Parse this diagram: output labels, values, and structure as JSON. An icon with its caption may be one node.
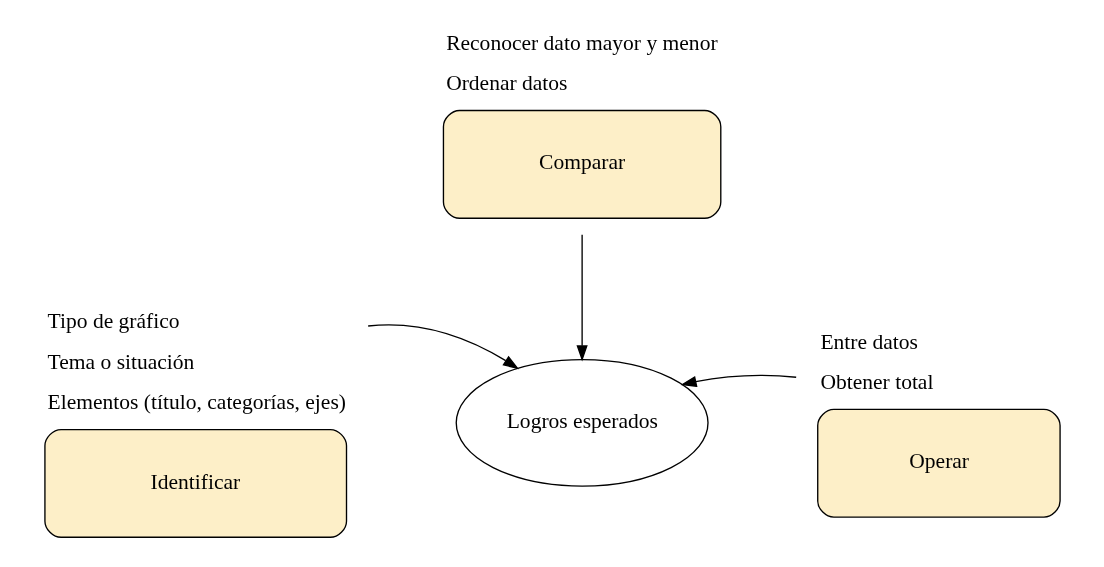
{
  "diagram": {
    "nodes": [
      {
        "text": [
          "Comparar"
        ],
        "beside": [
          "Reconocer dato mayor y menor",
          "Ordenar datos"
        ]
      },
      {
        "text": [
          "Logros esperados"
        ]
      },
      {
        "text": [
          "Identificar"
        ],
        "beside": [
          "Tipo de gráfico",
          "Tema o situación",
          "Elementos (título, categorías, ejes)"
        ]
      },
      {
        "text": [
          "Operar"
        ],
        "beside": [
          "Entre datos",
          "Obtener total"
        ]
      }
    ],
    "edges": [
      {
        "from": 0,
        "to": 1,
        "arrow": "to"
      },
      {
        "from": 2,
        "to": 1,
        "arrow": "to"
      },
      {
        "from": 3,
        "to": 1,
        "arrow": "to"
      }
    ]
  }
}
